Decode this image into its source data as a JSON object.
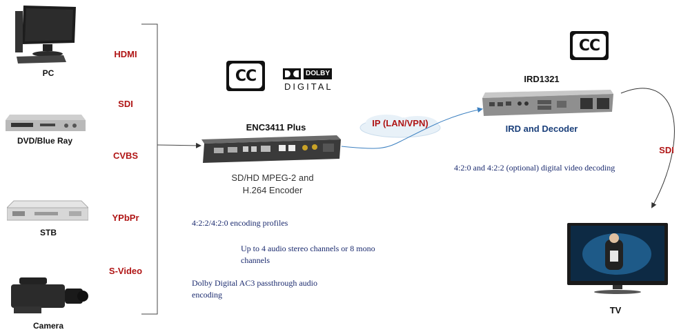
{
  "sources": [
    {
      "label": "PC",
      "icon": "pc-icon"
    },
    {
      "label": "DVD/Blue Ray",
      "icon": "dvd-player-icon"
    },
    {
      "label": "STB",
      "icon": "set-top-box-icon"
    },
    {
      "label": "Camera",
      "icon": "camera-icon"
    }
  ],
  "interfaces": [
    "HDMI",
    "SDI",
    "CVBS",
    "YPbPr",
    "S-Video"
  ],
  "encoder": {
    "title": "ENC3411 Plus",
    "subtitle_line1": "SD/HD MPEG-2 and",
    "subtitle_line2": "H.264 Encoder"
  },
  "badges": {
    "cc": "CC",
    "dolby_top": "DOLBY",
    "dolby_bottom": "DIGITAL"
  },
  "network": {
    "label": "IP (LAN/VPN)"
  },
  "decoder": {
    "title": "IRD1321",
    "subtitle": "IRD and Decoder",
    "feature": "4:2:0 and 4:2:2 (optional) digital video decoding"
  },
  "output": {
    "interface": "SDI",
    "label": "TV"
  },
  "encoder_features": [
    {
      "line1": "4:2:2/4:2:0 encoding profiles",
      "line2": ""
    },
    {
      "line1": "Up to 4 audio stereo channels or 8 mono",
      "line2": "channels"
    },
    {
      "line1": "Dolby Digital AC3 passthrough audio",
      "line2": "encoding"
    }
  ],
  "colors": {
    "interface_text": "#b01515",
    "feature_text": "#1a2a6e",
    "network_text": "#b01515",
    "link_line": "#3a7fc0"
  }
}
